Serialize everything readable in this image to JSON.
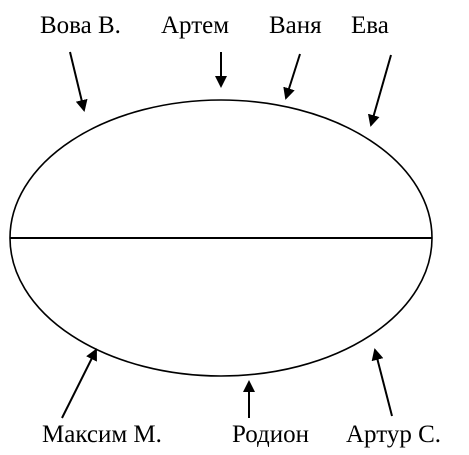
{
  "labels": {
    "top": [
      "Вова В.",
      "Артем",
      "Ваня",
      "Ева"
    ],
    "bottom": [
      "Максим М.",
      "Родион",
      "Артур С."
    ]
  },
  "colors": {
    "stroke": "#000000",
    "background": "#ffffff"
  }
}
